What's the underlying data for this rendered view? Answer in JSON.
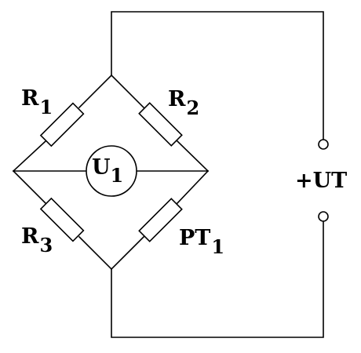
{
  "labels": {
    "r1": {
      "main": "R",
      "sub": "1"
    },
    "r2": {
      "main": "R",
      "sub": "2"
    },
    "r3": {
      "main": "R",
      "sub": "3"
    },
    "pt1": {
      "main": "PT",
      "sub": "1"
    },
    "u1": {
      "main": "U",
      "sub": "1"
    },
    "supply": "+UT"
  },
  "colors": {
    "line": "#000000",
    "background": "#ffffff"
  }
}
